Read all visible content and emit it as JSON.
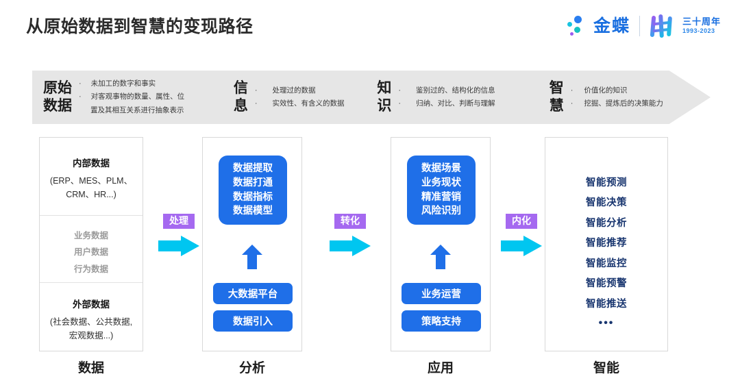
{
  "header": {
    "title": "从原始数据到智慧的变现路径",
    "brand": {
      "name": "金蝶",
      "anniversary": "三十周年",
      "years": "1993-2023"
    }
  },
  "banner": {
    "stages": [
      {
        "name_line1": "原始",
        "name_line2": "数据",
        "bullets": [
          "未加工的数字和事实",
          "对客观事物的数量、属性、位",
          "置及其相互关系进行抽象表示"
        ]
      },
      {
        "name_line1": "信",
        "name_line2": "息",
        "bullets": [
          "处理过的数据",
          "实效性、有含义的数据"
        ]
      },
      {
        "name_line1": "知",
        "name_line2": "识",
        "bullets": [
          "鉴别过的、结构化的信息",
          "归纳、对比、判断与理解"
        ]
      },
      {
        "name_line1": "智",
        "name_line2": "慧",
        "bullets": [
          "价值化的知识",
          "挖掘、提炼后的决策能力"
        ]
      }
    ]
  },
  "pipeline": {
    "columns": [
      {
        "label": "数据",
        "internal_title": "内部数据",
        "internal_sub_line1": "(ERP、MES、PLM、",
        "internal_sub_line2": "CRM、HR...)",
        "middle_items": [
          "业务数据",
          "用户数据",
          "行为数据"
        ],
        "external_title": "外部数据",
        "external_sub_line1": "(社会数据、公共数据,",
        "external_sub_line2": "宏观数据...)"
      },
      {
        "label": "分析",
        "box_items": [
          "数据提取",
          "数据打通",
          "数据指标",
          "数据模型"
        ],
        "pill_a": "大数据平台",
        "pill_b": "数据引入"
      },
      {
        "label": "应用",
        "box_items": [
          "数据场景",
          "业务现状",
          "精准营销",
          "风险识别"
        ],
        "pill_a": "业务运营",
        "pill_b": "策略支持"
      },
      {
        "label": "智能",
        "items": [
          "智能预测",
          "智能决策",
          "智能分析",
          "智能推荐",
          "智能监控",
          "智能预警",
          "智能推送"
        ],
        "ellipsis": "•••"
      }
    ],
    "connectors": [
      {
        "label": "处理"
      },
      {
        "label": "转化"
      },
      {
        "label": "内化"
      }
    ]
  },
  "colors": {
    "banner_gray": "#e6e6e6",
    "blue": "#1f6fe8",
    "purple": "#a569f0",
    "cyan": "#00c6f0",
    "navy": "#18356f",
    "gray_text": "#9b9b9b"
  }
}
